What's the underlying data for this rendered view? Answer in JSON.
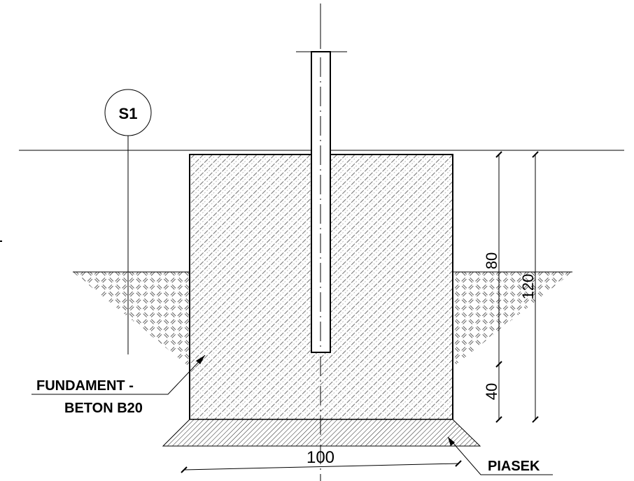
{
  "labels": {
    "section_marker": "S1",
    "foundation_line1": "FUNDAMENT -",
    "foundation_line2": "BETON B20",
    "sand": "PIASEK"
  },
  "dimensions": {
    "width": "100",
    "depth_upper": "80",
    "depth_lower": "40",
    "depth_total": "120"
  }
}
